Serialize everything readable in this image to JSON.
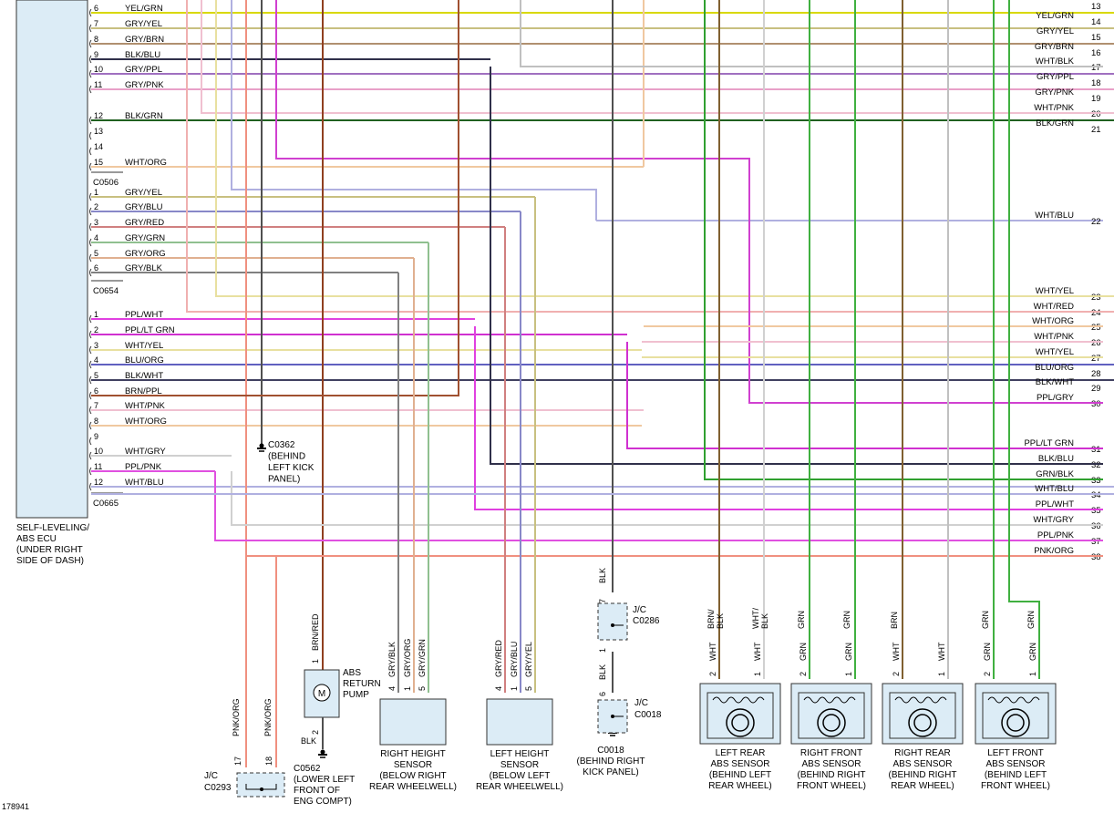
{
  "ecu": {
    "label_lines": [
      "SELF-LEVELING/",
      "ABS ECU",
      "(UNDER RIGHT",
      "SIDE OF DASH)"
    ],
    "connectors": [
      "C0506",
      "C0654",
      "C0665"
    ]
  },
  "wire_colors": {
    "YEL/GRN": "#d8d800",
    "GRY/YEL": "#c8c080",
    "GRY/BRN": "#b09070",
    "BLK/BLU": "#30304a",
    "GRY/PPL": "#a070c0",
    "GRY/PNK": "#e8a0c8",
    "BLK/GRN": "#206020",
    "WHT/ORG": "#f0c8a0",
    "GRY/BLU": "#8888c8",
    "GRY/RED": "#d08080",
    "GRY/GRN": "#90c090",
    "GRY/ORG": "#e0b090",
    "GRY/BLK": "#808080",
    "PPL/WHT": "#e040e0",
    "PPL/LT GRN": "#d030d0",
    "WHT/YEL": "#e8e0a0",
    "BLU/ORG": "#6060c0",
    "BLK/WHT": "#404060",
    "BRN/PPL": "#a05030",
    "WHT/PNK": "#f0c0d0",
    "WHT/GRY": "#d0d0d0",
    "PPL/PNK": "#e050e0",
    "WHT/BLU": "#b0b0e0",
    "PNK/ORG": "#f09080",
    "WHT/RED": "#f0b0b0",
    "WHT/BLK": "#c0c0c0",
    "GRN/BLK": "#30a030",
    "PPL/GRY": "#d040d0",
    "GRN": "#40b040",
    "BRN/RED": "#904020",
    "BLK": "#505050",
    "BRN/BLK": "#806030"
  },
  "left_pins": [
    {
      "num": "6",
      "color": "YEL/GRN"
    },
    {
      "num": "7",
      "color": "GRY/YEL"
    },
    {
      "num": "8",
      "color": "GRY/BRN"
    },
    {
      "num": "9",
      "color": "BLK/BLU"
    },
    {
      "num": "10",
      "color": "GRY/PPL"
    },
    {
      "num": "11",
      "color": "GRY/PNK"
    },
    {
      "num": "12",
      "color": "BLK/GRN"
    },
    {
      "num": "13",
      "color": ""
    },
    {
      "num": "14",
      "color": ""
    },
    {
      "num": "15",
      "color": "WHT/ORG"
    },
    {
      "num": "1",
      "color": "GRY/YEL"
    },
    {
      "num": "2",
      "color": "GRY/BLU"
    },
    {
      "num": "3",
      "color": "GRY/RED"
    },
    {
      "num": "4",
      "color": "GRY/GRN"
    },
    {
      "num": "5",
      "color": "GRY/ORG"
    },
    {
      "num": "6",
      "color": "GRY/BLK"
    },
    {
      "num": "1",
      "color": "PPL/WHT"
    },
    {
      "num": "2",
      "color": "PPL/LT GRN"
    },
    {
      "num": "3",
      "color": "WHT/YEL"
    },
    {
      "num": "4",
      "color": "BLU/ORG"
    },
    {
      "num": "5",
      "color": "BLK/WHT"
    },
    {
      "num": "6",
      "color": "BRN/PPL"
    },
    {
      "num": "7",
      "color": "WHT/PNK"
    },
    {
      "num": "8",
      "color": "WHT/ORG"
    },
    {
      "num": "9",
      "color": ""
    },
    {
      "num": "10",
      "color": "WHT/GRY"
    },
    {
      "num": "11",
      "color": "PPL/PNK"
    },
    {
      "num": "12",
      "color": "WHT/BLU"
    }
  ],
  "right_pins": [
    {
      "num": "13",
      "color": ""
    },
    {
      "num": "14",
      "color": "YEL/GRN"
    },
    {
      "num": "15",
      "color": "GRY/YEL"
    },
    {
      "num": "16",
      "color": "GRY/BRN"
    },
    {
      "num": "17",
      "color": "WHT/BLK"
    },
    {
      "num": "18",
      "color": "GRY/PPL"
    },
    {
      "num": "19",
      "color": "GRY/PNK"
    },
    {
      "num": "20",
      "color": "WHT/PNK"
    },
    {
      "num": "21",
      "color": "BLK/GRN"
    },
    {
      "num": "22",
      "color": "WHT/BLU"
    },
    {
      "num": "23",
      "color": "WHT/YEL"
    },
    {
      "num": "24",
      "color": "WHT/RED"
    },
    {
      "num": "25",
      "color": "WHT/ORG"
    },
    {
      "num": "26",
      "color": "WHT/PNK"
    },
    {
      "num": "27",
      "color": "WHT/YEL"
    },
    {
      "num": "28",
      "color": "BLU/ORG"
    },
    {
      "num": "29",
      "color": "BLK/WHT"
    },
    {
      "num": "30",
      "color": "PPL/GRY"
    },
    {
      "num": "31",
      "color": "PPL/LT GRN"
    },
    {
      "num": "32",
      "color": "BLK/BLU"
    },
    {
      "num": "33",
      "color": "GRN/BLK"
    },
    {
      "num": "34",
      "color": "WHT/BLU"
    },
    {
      "num": "35",
      "color": "PPL/WHT"
    },
    {
      "num": "36",
      "color": "WHT/GRY"
    },
    {
      "num": "37",
      "color": "PPL/PNK"
    },
    {
      "num": "38",
      "color": "PNK/ORG"
    }
  ],
  "ground_c0362": [
    "C0362",
    "(BEHIND",
    "LEFT KICK",
    "PANEL)"
  ],
  "ground_c0562": [
    "C0562",
    "(LOWER LEFT",
    "FRONT OF",
    "ENG COMPT)"
  ],
  "ground_c0018": [
    "C0018",
    "(BEHIND RIGHT",
    "KICK PANEL)"
  ],
  "jc_c0293": {
    "lines": [
      "J/C",
      "C0293"
    ],
    "pins": [
      "17",
      "18"
    ],
    "wires": [
      "PNK/ORG",
      "PNK/ORG"
    ]
  },
  "jc_c0286": {
    "lines": [
      "J/C",
      "C0286"
    ],
    "pins": [
      "7",
      "1"
    ],
    "wires": [
      "BLK",
      "BLK"
    ]
  },
  "jc_c0018": {
    "lines": [
      "J/C",
      "C0018"
    ],
    "pins": [
      "6"
    ],
    "wires": [
      "BLK"
    ]
  },
  "pump": {
    "label_lines": [
      "ABS",
      "RETURN",
      "PUMP"
    ],
    "symbol": "M",
    "pins": [
      "1",
      "2"
    ],
    "wires": [
      "BRN/RED",
      "BLK"
    ]
  },
  "right_height_sensor": {
    "label_lines": [
      "RIGHT HEIGHT",
      "SENSOR",
      "(BELOW RIGHT",
      "REAR WHEELWELL)"
    ],
    "pins": [
      "4",
      "1",
      "5"
    ],
    "wires": [
      "GRY/BLK",
      "GRY/ORG",
      "GRY/GRN"
    ]
  },
  "left_height_sensor": {
    "label_lines": [
      "LEFT HEIGHT",
      "SENSOR",
      "(BELOW LEFT",
      "REAR WHEELWELL)"
    ],
    "pins": [
      "4",
      "1",
      "5"
    ],
    "wires": [
      "GRY/RED",
      "GRY/BLU",
      "GRY/YEL"
    ]
  },
  "abs_sensors": [
    {
      "label_lines": [
        "LEFT REAR",
        "ABS SENSOR",
        "(BEHIND LEFT",
        "REAR WHEEL)"
      ],
      "pins": [
        "2",
        "1"
      ],
      "wires": [
        "WHT",
        "WHT"
      ],
      "upper_wires": [
        "BRN/\nBLK",
        "WHT/\nBLK"
      ]
    },
    {
      "label_lines": [
        "RIGHT FRONT",
        "ABS SENSOR",
        "(BEHIND RIGHT",
        "FRONT WHEEL)"
      ],
      "pins": [
        "2",
        "1"
      ],
      "wires": [
        "GRN",
        "GRN"
      ],
      "upper_wires": [
        "GRN",
        "GRN"
      ]
    },
    {
      "label_lines": [
        "RIGHT REAR",
        "ABS SENSOR",
        "(BEHIND RIGHT",
        "REAR WHEEL)"
      ],
      "pins": [
        "2",
        "1"
      ],
      "wires": [
        "WHT",
        "WHT"
      ],
      "upper_wires": [
        "BRN",
        ""
      ]
    },
    {
      "label_lines": [
        "LEFT FRONT",
        "ABS SENSOR",
        "(BEHIND LEFT",
        "FRONT WHEEL)"
      ],
      "pins": [
        "2",
        "1"
      ],
      "wires": [
        "GRN",
        "GRN"
      ],
      "upper_wires": [
        "GRN",
        "GRN"
      ]
    }
  ],
  "figure_id": "178941"
}
